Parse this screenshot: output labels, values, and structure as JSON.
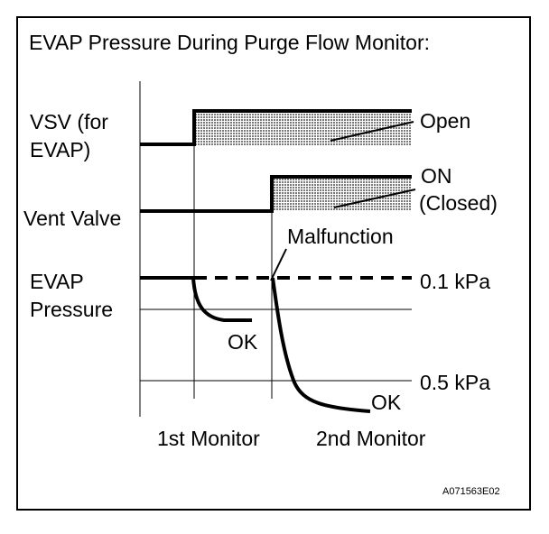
{
  "title": "EVAP Pressure During Purge Flow Monitor:",
  "rows": {
    "vsv": {
      "label_line1": "VSV (for",
      "label_line2": "EVAP)",
      "state": "Open"
    },
    "vent": {
      "label": "Vent Valve",
      "state_line1": "ON",
      "state_line2": "(Closed)"
    },
    "pressure": {
      "label_line1": "EVAP",
      "label_line2": "Pressure"
    }
  },
  "pressure_levels": {
    "upper": "0.1 kPa",
    "lower": "0.5 kPa"
  },
  "curve_labels": {
    "ok_first": "OK",
    "ok_second": "OK",
    "malfunction": "Malfunction"
  },
  "monitors": {
    "first": "1st Monitor",
    "second": "2nd Monitor"
  },
  "figure_code": "A071563E02",
  "colors": {
    "line": "#000000",
    "hatch_fill": "#c8c8c8",
    "background": "#ffffff"
  }
}
